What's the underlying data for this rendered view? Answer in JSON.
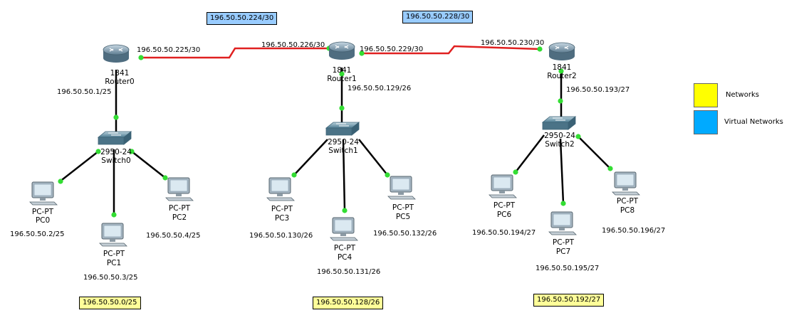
{
  "colors": {
    "serial_link": "#e02020",
    "ethernet_link": "#000000",
    "port_dot": "#33dd33",
    "network_yellow": "#ffff00",
    "virtual_blue": "#00aaff",
    "router_body": "#8aa8bd",
    "switch_body": "#6f98ad",
    "pc_screen": "#d8e8f0"
  },
  "virtual_networks": [
    {
      "label": "196.50.50.224/30"
    },
    {
      "label": "196.50.50.228/30"
    }
  ],
  "networks": [
    {
      "label": "196.50.50.0/25"
    },
    {
      "label": "196.50.50.128/26"
    },
    {
      "label": "196.50.50.192/27"
    }
  ],
  "legend": [
    {
      "label": "Networks",
      "color": "#ffff00"
    },
    {
      "label": "Virtual Networks",
      "color": "#00aaff"
    }
  ],
  "routers": [
    {
      "model": "1841",
      "name": "Router0",
      "icon": "router-icon"
    },
    {
      "model": "1841",
      "name": "Router1",
      "icon": "router-icon"
    },
    {
      "model": "1841",
      "name": "Router2",
      "icon": "router-icon"
    }
  ],
  "switches": [
    {
      "model": "2950-24",
      "name": "Switch0",
      "icon": "switch-icon"
    },
    {
      "model": "2950-24",
      "name": "Switch1",
      "icon": "switch-icon"
    },
    {
      "model": "2950-24",
      "name": "Switch2",
      "icon": "switch-icon"
    }
  ],
  "pcs": [
    {
      "type": "PC-PT",
      "name": "PC0",
      "ip": "196.50.50.2/25",
      "icon": "pc-icon"
    },
    {
      "type": "PC-PT",
      "name": "PC1",
      "ip": "196.50.50.3/25",
      "icon": "pc-icon"
    },
    {
      "type": "PC-PT",
      "name": "PC2",
      "ip": "196.50.50.4/25",
      "icon": "pc-icon"
    },
    {
      "type": "PC-PT",
      "name": "PC3",
      "ip": "196.50.50.130/26",
      "icon": "pc-icon"
    },
    {
      "type": "PC-PT",
      "name": "PC4",
      "ip": "196.50.50.131/26",
      "icon": "pc-icon"
    },
    {
      "type": "PC-PT",
      "name": "PC5",
      "ip": "196.50.50.132/26",
      "icon": "pc-icon"
    },
    {
      "type": "PC-PT",
      "name": "PC6",
      "ip": "196.50.50.194/27",
      "icon": "pc-icon"
    },
    {
      "type": "PC-PT",
      "name": "PC7",
      "ip": "196.50.50.195/27",
      "icon": "pc-icon"
    },
    {
      "type": "PC-PT",
      "name": "PC8",
      "ip": "196.50.50.196/27",
      "icon": "pc-icon"
    }
  ],
  "interface_labels": {
    "r0_serial": "196.50.50.225/30",
    "r1_serial_left": "196.50.50.226/30",
    "r1_serial_right": "196.50.50.229/30",
    "r2_serial": "196.50.50.230/30",
    "r0_lan": "196.50.50.1/25",
    "r1_lan": "196.50.50.129/26",
    "r2_lan": "196.50.50.193/27"
  }
}
